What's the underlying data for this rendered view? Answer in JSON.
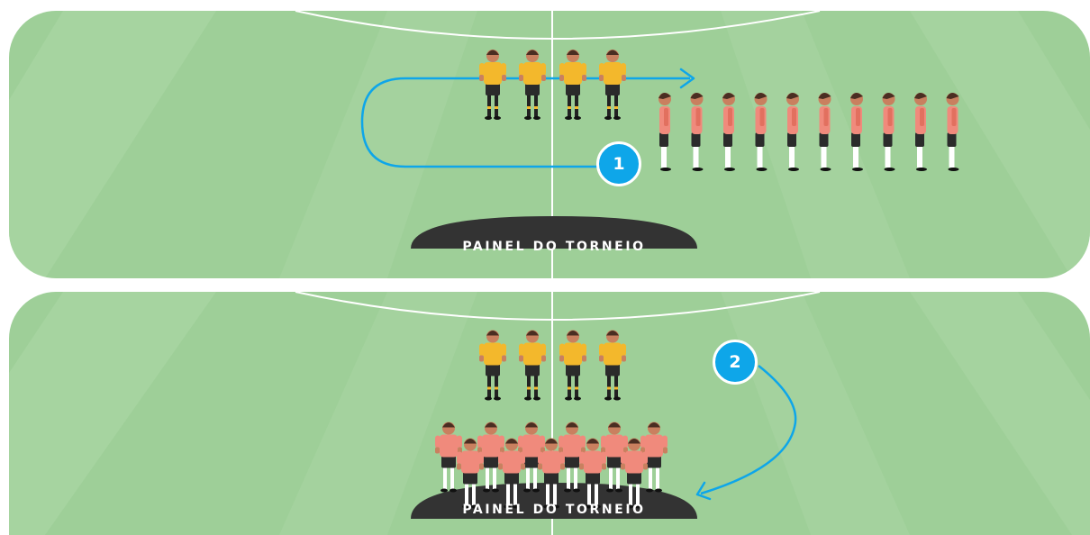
{
  "panels": [
    {
      "step_number": "1",
      "board_label": "PAINEL DO TORNEIO"
    },
    {
      "step_number": "2",
      "board_label": "PAINEL DO TORNEIO"
    }
  ],
  "colors": {
    "field": "#9ecf98",
    "field_stripe": "#aed8a8",
    "field_lines": "#ffffff",
    "board": "#333333",
    "arrow": "#0ea6e9",
    "referee_shirt": "#f3b82c",
    "player_shirt": "#f08a7c",
    "shorts": "#2b2b2b",
    "skin": "#c9805f",
    "hair": "#4a2e22"
  },
  "icons": {
    "referee": "referee-figure-icon",
    "player": "player-figure-icon",
    "arrow": "path-arrow-icon"
  }
}
